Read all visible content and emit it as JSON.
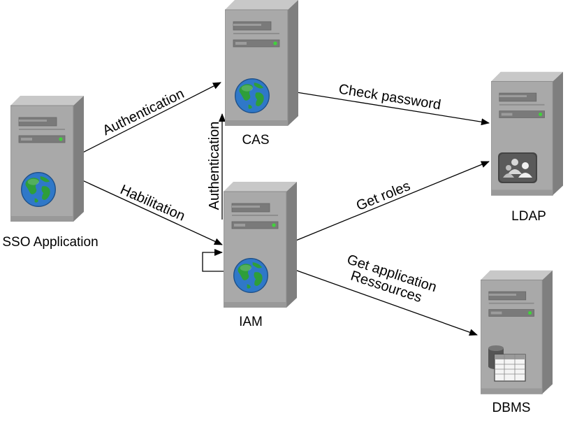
{
  "nodes": {
    "sso": {
      "label": "SSO Application",
      "icon": "globe-icon"
    },
    "cas": {
      "label": "CAS",
      "icon": "globe-icon"
    },
    "iam": {
      "label": "IAM",
      "icon": "globe-icon"
    },
    "ldap": {
      "label": "LDAP",
      "icon": "users-icon"
    },
    "dbms": {
      "label": "DBMS",
      "icon": "database-icon"
    }
  },
  "edges": {
    "sso_cas": "Authentication",
    "sso_iam": "Habilitation",
    "iam_cas": "Authentication",
    "cas_ldap": "Check password",
    "iam_ldap": "Get roles",
    "iam_dbms_line1": "Get application",
    "iam_dbms_line2": "Ressources"
  },
  "colors": {
    "server_front": "#a9a9a9",
    "server_side": "#7f7f7f",
    "server_top": "#c8c8c8",
    "led": "#41d23c",
    "ocean": "#2f78c8",
    "land": "#2e9e3a",
    "arrow": "#000000"
  }
}
